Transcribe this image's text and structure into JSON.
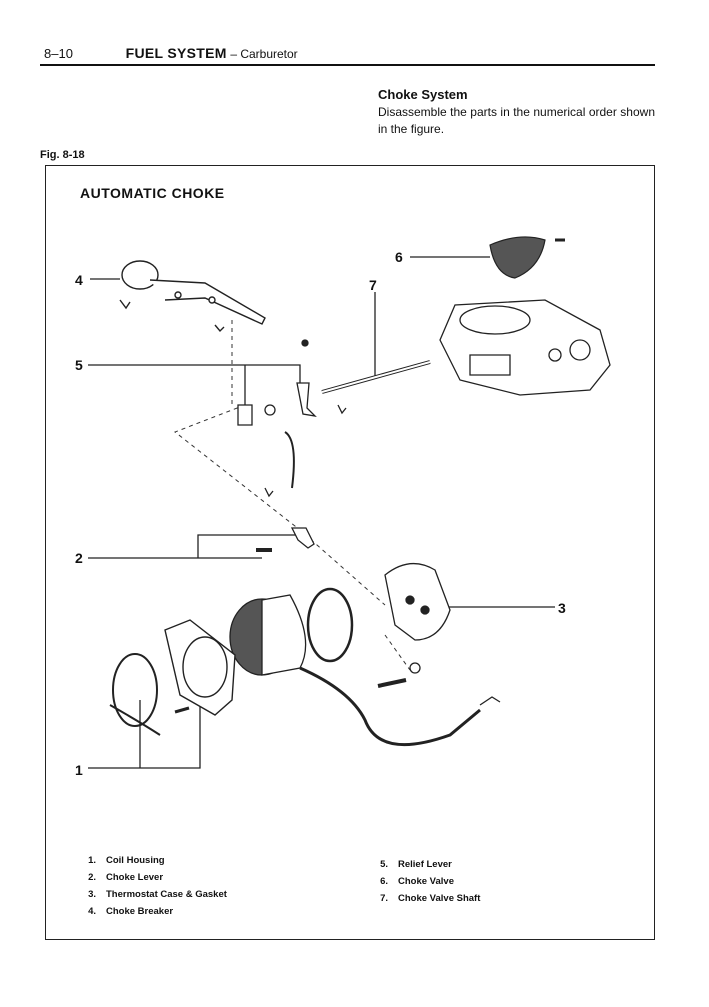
{
  "header": {
    "page": "8–10",
    "section": "FUEL SYSTEM",
    "subsection": "– Carburetor"
  },
  "intro": {
    "title": "Choke System",
    "text": "Disassemble the parts in the numerical order shown in the figure."
  },
  "figure": {
    "label": "Fig. 8-18",
    "title": "AUTOMATIC CHOKE",
    "callouts": [
      "1",
      "2",
      "3",
      "4",
      "5",
      "6",
      "7"
    ]
  },
  "legend_left": [
    {
      "num": "1.",
      "label": "Coil Housing"
    },
    {
      "num": "2.",
      "label": "Choke Lever"
    },
    {
      "num": "3.",
      "label": "Thermostat Case & Gasket"
    },
    {
      "num": "4.",
      "label": "Choke Breaker"
    }
  ],
  "legend_right": [
    {
      "num": "5.",
      "label": "Relief Lever"
    },
    {
      "num": "6.",
      "label": "Choke Valve"
    },
    {
      "num": "7.",
      "label": "Choke Valve Shaft"
    }
  ]
}
